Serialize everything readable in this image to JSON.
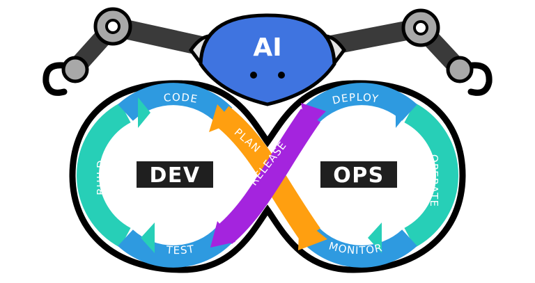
{
  "head": {
    "text": "AI"
  },
  "left_loop": {
    "title": "DEV",
    "stages": [
      "CODE",
      "BUILD",
      "TEST"
    ]
  },
  "right_loop": {
    "title": "OPS",
    "stages": [
      "DEPLOY",
      "OPERATE",
      "MONITOR"
    ]
  },
  "crossover": {
    "plan": "PLAN",
    "release": "RELEASE"
  },
  "colors": {
    "blue": "#2e9ae0",
    "teal": "#27cfb7",
    "orange": "#ff9f10",
    "purple": "#a424de",
    "head": "#3f74e0",
    "arm_dark": "#3a3a3a",
    "arm_light": "#a8a8a8",
    "outline": "#000000"
  }
}
